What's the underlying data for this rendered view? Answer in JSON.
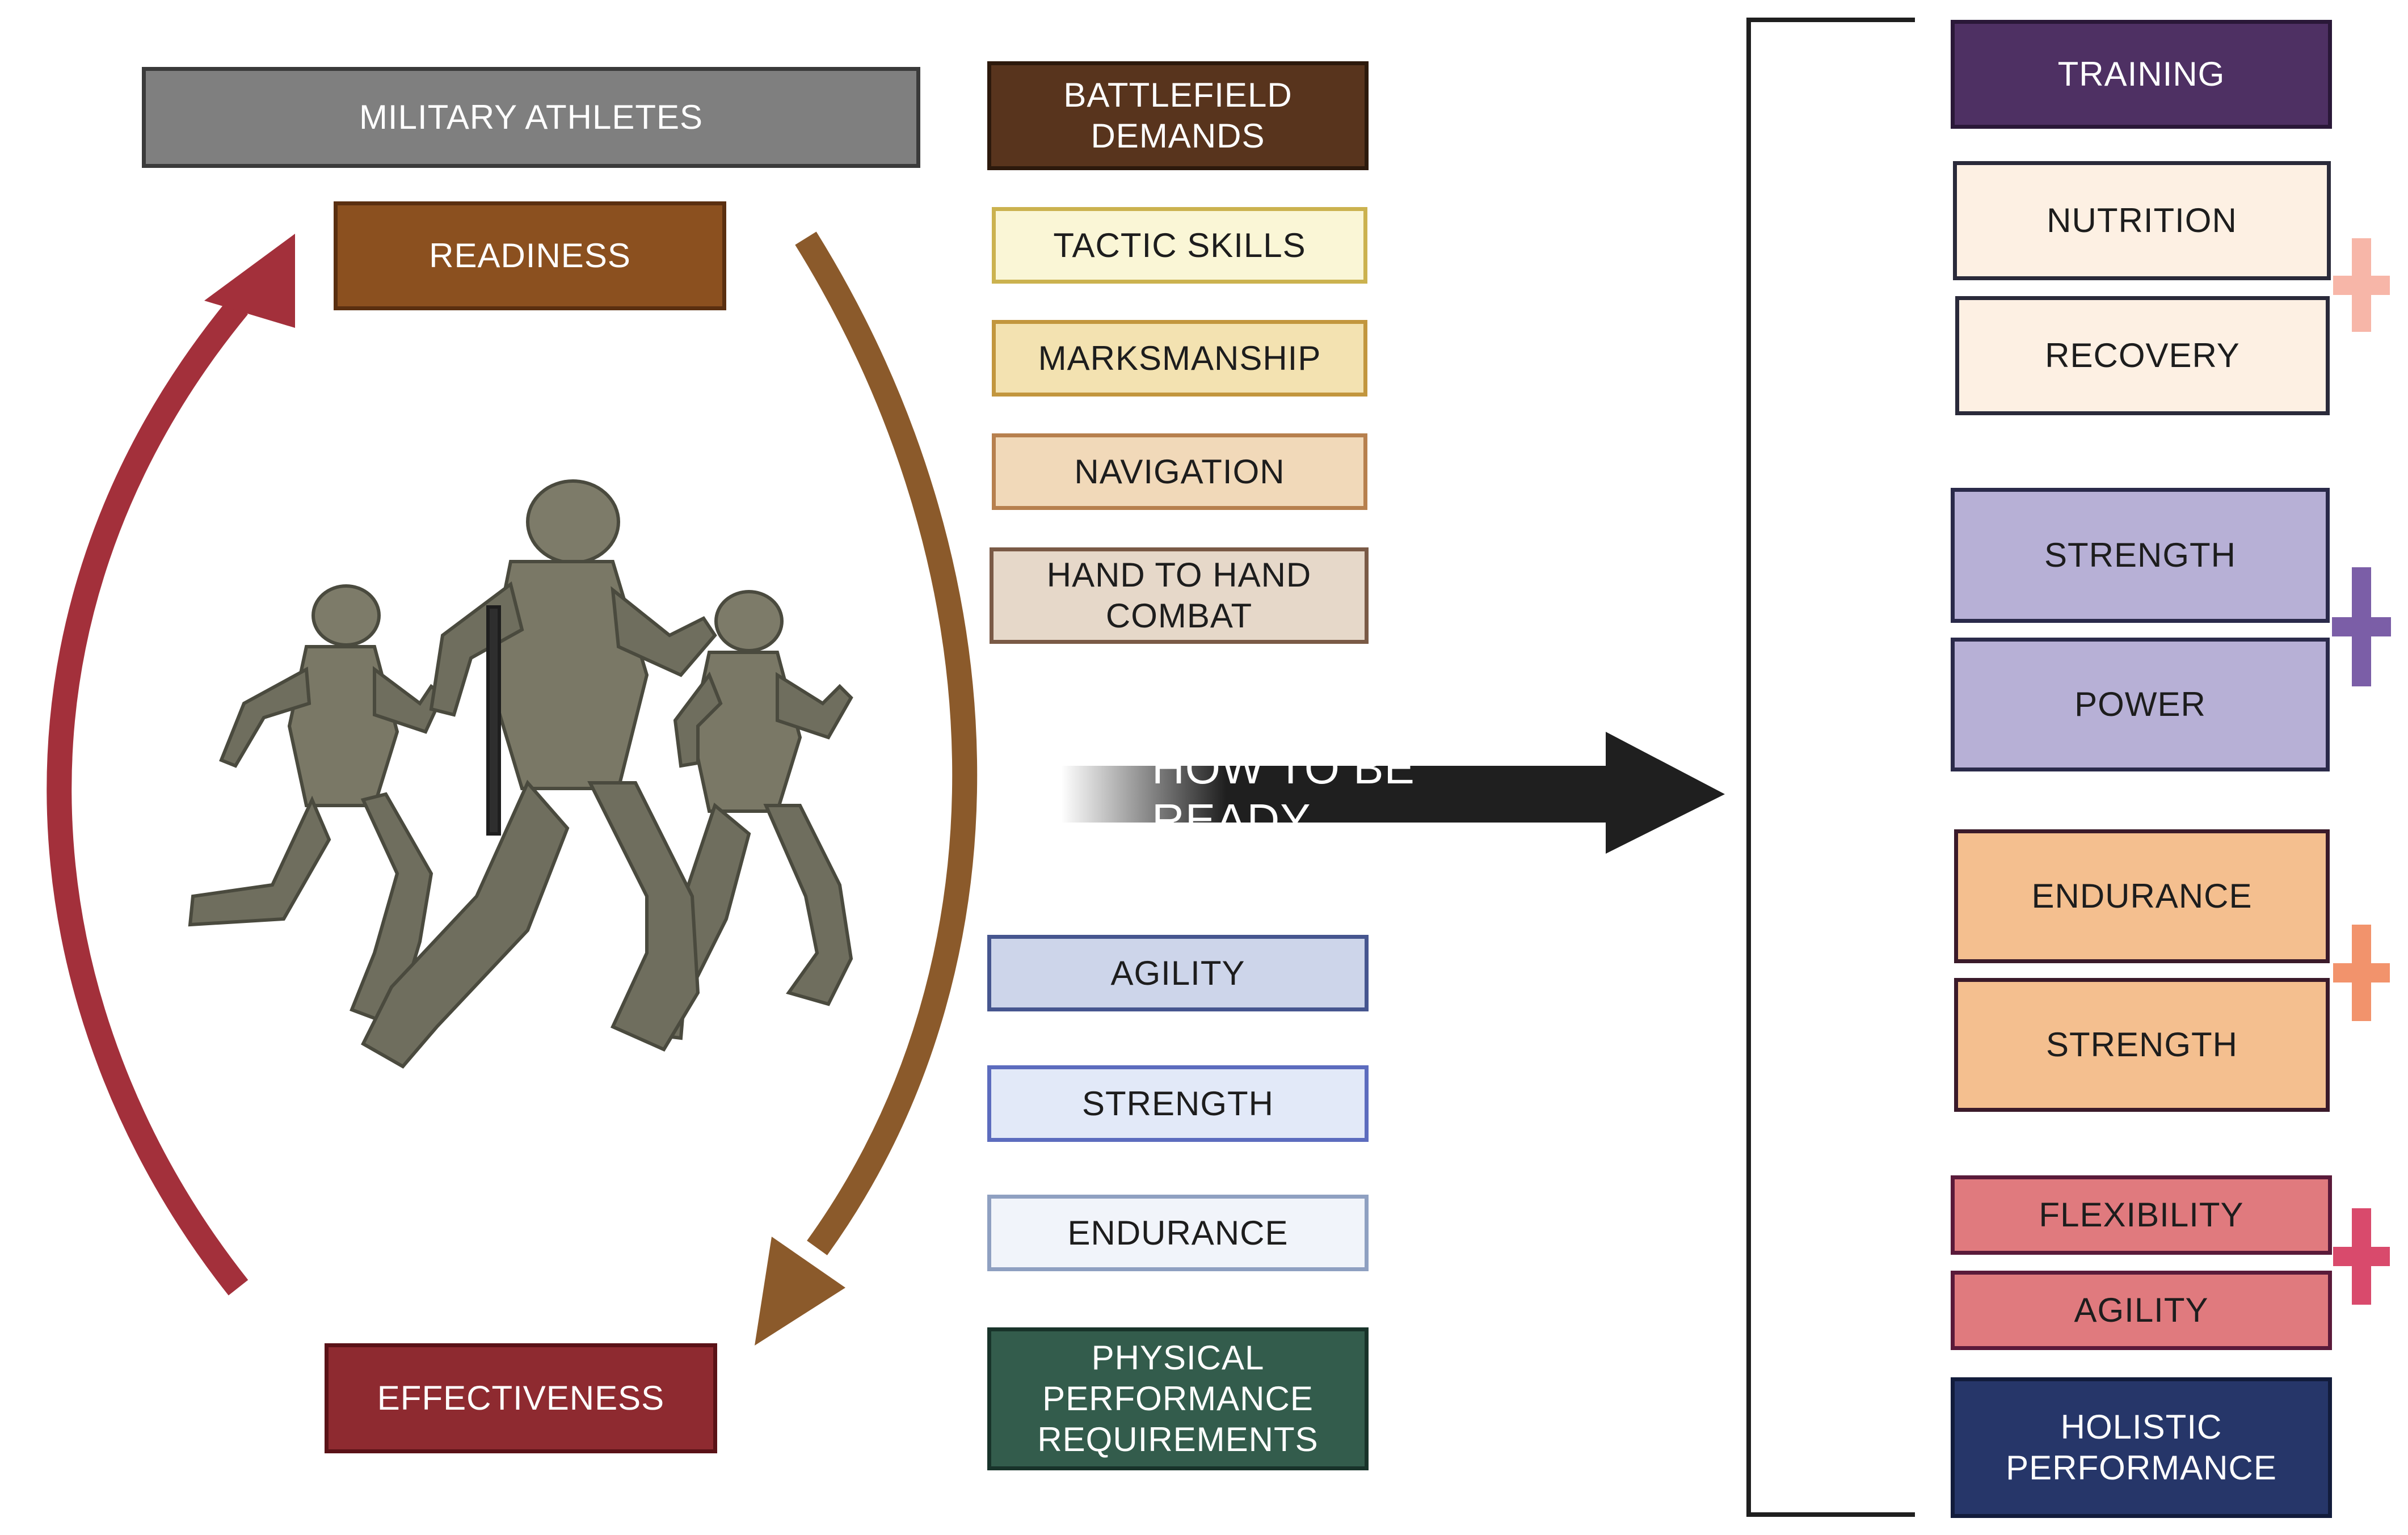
{
  "cycle": {
    "military_athletes": "MILITARY ATHLETES",
    "readiness": "READINESS",
    "effectiveness": "EFFECTIVENESS",
    "readiness_arrow_color": "#8b5a2b",
    "effectiveness_arrow_color": "#a3303b"
  },
  "demands": {
    "battlefield": "BATTLEFIELD\nDEMANDS",
    "tactic_skills": "TACTIC SKILLS",
    "marksmanship": "MARKSMANSHIP",
    "navigation": "NAVIGATION",
    "hand_to_hand": "HAND TO HAND\nCOMBAT"
  },
  "physical": {
    "agility": "AGILITY",
    "strength": "STRENGTH",
    "endurance": "ENDURANCE",
    "requirements": "PHYSICAL\nPERFORMANCE\nREQUIREMENTS"
  },
  "middle_arrow": {
    "label": "HOW TO BE READY",
    "color": "#1f1f1f"
  },
  "plan": {
    "training": "TRAINING",
    "nutrition": "NUTRITION",
    "recovery": "RECOVERY",
    "strength_a": "STRENGTH",
    "power": "POWER",
    "endurance": "ENDURANCE",
    "strength_b": "STRENGTH",
    "flexibility": "FLEXIBILITY",
    "agility": "AGILITY",
    "holistic": "HOLISTIC\nPERFORMANCE"
  },
  "plus_signs": {
    "nutrition_recovery_color": "#f7b6a8",
    "strength_power_color": "#7b5ea7",
    "endurance_strength_color": "#f2936c",
    "flexibility_agility_color": "#d94a6c"
  },
  "image": {
    "subject": "three-soldiers-running-illustration"
  }
}
